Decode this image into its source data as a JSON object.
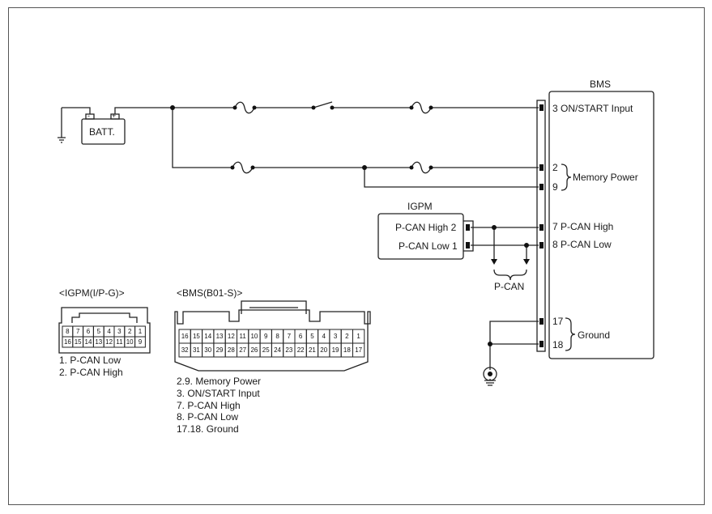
{
  "battery": {
    "label": "BATT.",
    "neg": "-",
    "pos": "+"
  },
  "bms": {
    "title": "BMS",
    "pins": [
      {
        "text": "3 ON/START Input"
      },
      {
        "text": "2"
      },
      {
        "text": "9"
      },
      {
        "text": "7 P-CAN High"
      },
      {
        "text": "8 P-CAN Low"
      },
      {
        "text": "17"
      },
      {
        "text": "18"
      }
    ],
    "memory_power": "Memory Power",
    "ground": "Ground"
  },
  "igpm": {
    "title": "IGPM",
    "pins": [
      {
        "text": "P-CAN High 2"
      },
      {
        "text": "P-CAN Low 1"
      }
    ]
  },
  "pcan_label": "P-CAN",
  "igpm_connector": {
    "title": "<IGPM(I/P-G)>",
    "row1": [
      "8",
      "7",
      "6",
      "5",
      "4",
      "3",
      "2",
      "1"
    ],
    "row2": [
      "16",
      "15",
      "14",
      "13",
      "12",
      "11",
      "10",
      "9"
    ],
    "legend": [
      "1. P-CAN Low",
      "2. P-CAN High"
    ]
  },
  "bms_connector": {
    "title": "<BMS(B01-S)>",
    "row1": [
      "16",
      "15",
      "14",
      "13",
      "12",
      "11",
      "10",
      "9",
      "8",
      "7",
      "6",
      "5",
      "4",
      "3",
      "2",
      "1"
    ],
    "row2": [
      "32",
      "31",
      "30",
      "29",
      "28",
      "27",
      "26",
      "25",
      "24",
      "23",
      "22",
      "21",
      "20",
      "19",
      "18",
      "17"
    ],
    "legend": [
      "2.9. Memory Power",
      "3. ON/START Input",
      "7. P-CAN High",
      "8. P-CAN Low",
      "17.18. Ground"
    ]
  }
}
